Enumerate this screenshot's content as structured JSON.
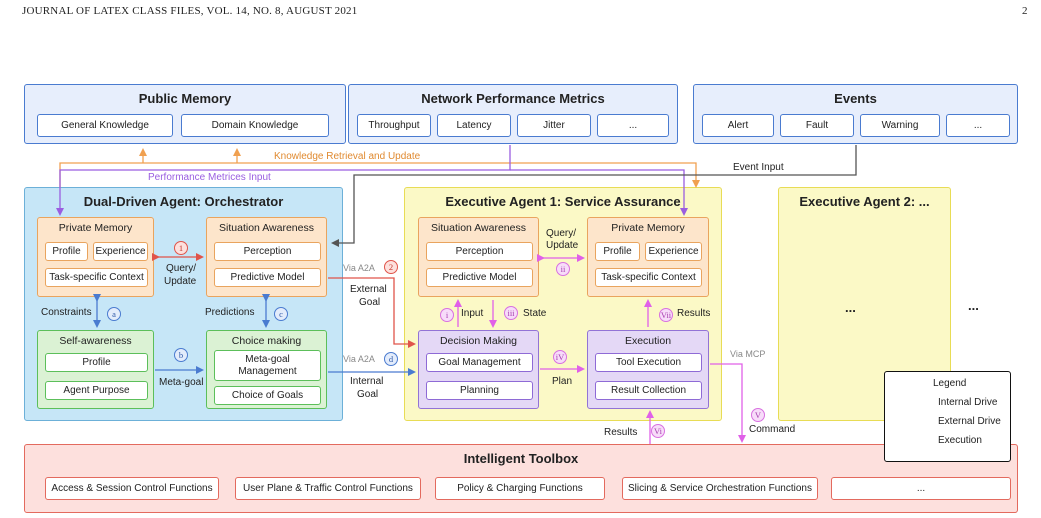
{
  "header": {
    "journal": "JOURNAL OF LATEX CLASS FILES, VOL. 14, NO. 8, AUGUST 2021",
    "page": "2"
  },
  "public_memory": {
    "title": "Public Memory",
    "items": [
      "General Knowledge",
      "Domain Knowledge"
    ]
  },
  "network_metrics": {
    "title": "Network Performance Metrics",
    "items": [
      "Throughput",
      "Latency",
      "Jitter",
      "..."
    ]
  },
  "events": {
    "title": "Events",
    "items": [
      "Alert",
      "Fault",
      "Warning",
      "..."
    ]
  },
  "flows": {
    "knowledge": "Knowledge Retrieval and Update",
    "performance": "Performance Metrices Input",
    "event_input": "Event Input"
  },
  "orchestrator": {
    "title": "Dual-Driven Agent: Orchestrator",
    "private_memory": {
      "title": "Private Memory",
      "profile": "Profile",
      "experience": "Experience",
      "context": "Task-specific Context"
    },
    "situation": {
      "title": "Situation Awareness",
      "perception": "Perception",
      "model": "Predictive Model"
    },
    "self_awareness": {
      "title": "Self-awareness",
      "profile": "Profile",
      "purpose": "Agent Purpose"
    },
    "choice": {
      "title": "Choice making",
      "meta": "Meta-goal Management",
      "goals": "Choice of Goals"
    },
    "labels": {
      "query": "Query/",
      "update": "Update",
      "constraints": "Constraints",
      "predictions": "Predictions",
      "metagoal": "Meta-goal"
    },
    "circles": {
      "one": "1",
      "a": "a",
      "b": "b",
      "c": "c"
    }
  },
  "between": {
    "via_a2a_top": "Via A2A",
    "external1": "External",
    "external2": "Goal",
    "circle_two": "2",
    "via_a2a_bottom": "Via A2A",
    "internal1": "Internal",
    "internal2": "Goal",
    "circle_d": "d"
  },
  "executive1": {
    "title": "Executive Agent 1: Service Assurance",
    "situation": {
      "title": "Situation Awareness",
      "perception": "Perception",
      "model": "Predictive Model"
    },
    "private_memory": {
      "title": "Private Memory",
      "profile": "Profile",
      "experience": "Experience",
      "context": "Task-specific Context"
    },
    "decision": {
      "title": "Decision Making",
      "goal": "Goal Management",
      "planning": "Planning"
    },
    "execution": {
      "title": "Execution",
      "tool": "Tool Execution",
      "result": "Result Collection"
    },
    "labels": {
      "query": "Query/",
      "update": "Update",
      "input": "Input",
      "state": "State",
      "plan": "Plan",
      "results": "Results"
    },
    "circles": {
      "ii": "ii",
      "i": "i",
      "iii": "iii",
      "iv": "iV",
      "vii": "Vii"
    }
  },
  "executive2": {
    "title": "Executive Agent 2: ...",
    "dots_inner": "...",
    "dots_outer": "..."
  },
  "mcp": {
    "via": "Via MCP",
    "circle_v": "V",
    "command": "Command",
    "results": "Results",
    "circle_vi": "Vi"
  },
  "legend": {
    "title": "Legend",
    "internal": "Internal Drive",
    "external": "External Drive",
    "execution": "Execution",
    "colors": {
      "internal": "#4a7bd0",
      "external": "#e0544a",
      "execution": "#e060e8"
    }
  },
  "toolbox": {
    "title": "Intelligent Toolbox",
    "items": [
      "Access & Session Control Functions",
      "User Plane & Traffic Control Functions",
      "Policy & Charging Functions",
      "Slicing & Service Orchestration Functions",
      "..."
    ]
  }
}
